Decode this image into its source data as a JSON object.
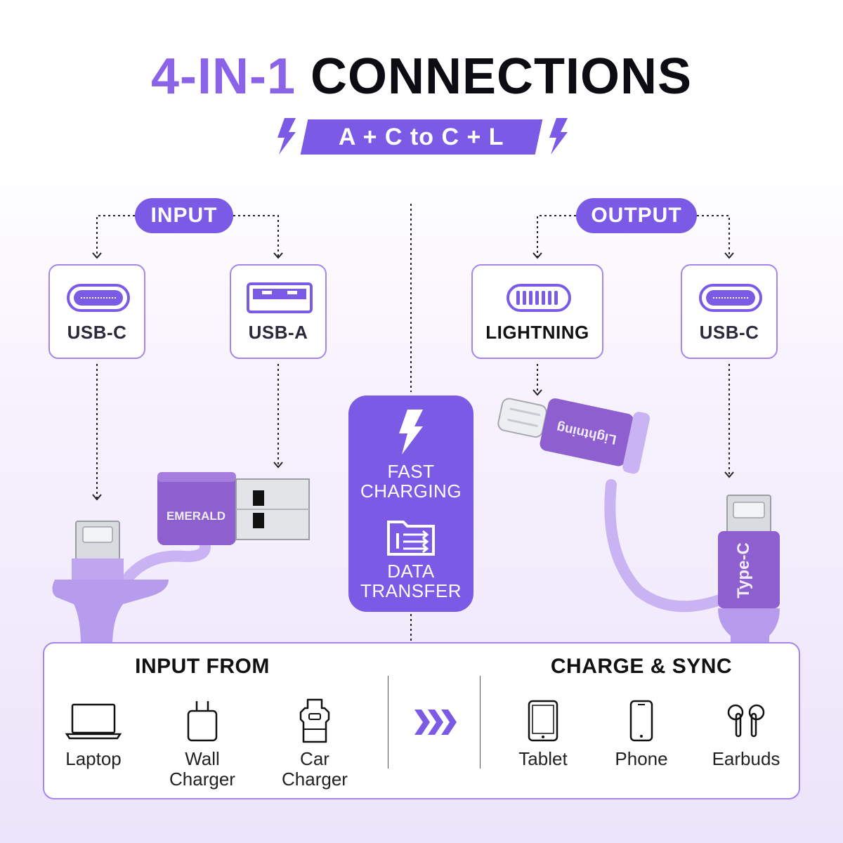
{
  "header": {
    "title_accent": "4-IN-1",
    "title_main": "CONNECTIONS",
    "subtitle": "A + C to C + L"
  },
  "input": {
    "label": "INPUT",
    "ports": [
      {
        "label": "USB-C",
        "icon": "usb-c-port-icon"
      },
      {
        "label": "USB-A",
        "icon": "usb-a-port-icon"
      }
    ]
  },
  "output": {
    "label": "OUTPUT",
    "ports": [
      {
        "label": "LIGHTNING",
        "icon": "lightning-port-icon"
      },
      {
        "label": "USB-C",
        "icon": "usb-c-port-icon"
      }
    ]
  },
  "features": [
    {
      "line1": "FAST",
      "line2": "CHARGING",
      "icon": "bolt-icon"
    },
    {
      "line1": "DATA",
      "line2": "TRANSFER",
      "icon": "folder-transfer-icon"
    }
  ],
  "product": {
    "brand": "EMERALD",
    "lightning_tag": "Lightning",
    "typec_tag": "Type-C"
  },
  "bottom": {
    "input_from": {
      "heading": "INPUT FROM",
      "devices": [
        {
          "label_1": "Laptop",
          "label_2": "",
          "icon": "laptop-icon"
        },
        {
          "label_1": "Wall",
          "label_2": "Charger",
          "icon": "wall-charger-icon"
        },
        {
          "label_1": "Car",
          "label_2": "Charger",
          "icon": "car-charger-icon"
        }
      ]
    },
    "charge_sync": {
      "heading": "CHARGE & SYNC",
      "devices": [
        {
          "label_1": "Tablet",
          "icon": "tablet-icon"
        },
        {
          "label_1": "Phone",
          "icon": "phone-icon"
        },
        {
          "label_1": "Earbuds",
          "icon": "earbuds-icon"
        }
      ]
    }
  },
  "colors": {
    "accent": "#7b5ae6",
    "accent_light": "#8a63e8",
    "border": "#a585ee",
    "cable": "#b79bec",
    "connector": "#8e5fcf"
  }
}
